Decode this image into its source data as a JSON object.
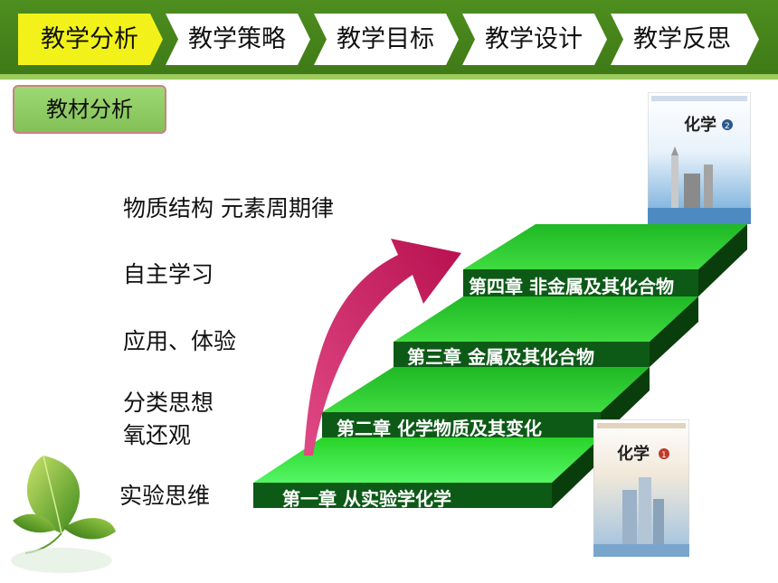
{
  "nav_tabs": [
    {
      "label": "教学分析",
      "active": true
    },
    {
      "label": "教学策略",
      "active": false
    },
    {
      "label": "教学目标",
      "active": false
    },
    {
      "label": "教学设计",
      "active": false
    },
    {
      "label": "教学反思",
      "active": false
    }
  ],
  "section_badge": "教材分析",
  "left_labels": {
    "structure": "物质结构  元素周期律",
    "autonomous": "自主学习",
    "application": "应用、体验",
    "classification_1": "分类思想",
    "classification_2": "氧还观",
    "experiment": "实验思维"
  },
  "steps": [
    {
      "label": "第一章  从实验学化学"
    },
    {
      "label": "第二章  化学物质及其变化"
    },
    {
      "label": "第三章  金属及其化合物"
    },
    {
      "label": "第四章  非金属及其化合物"
    }
  ],
  "books": {
    "book1_title": "化学",
    "book2_title": "化学",
    "book1_badge": "1",
    "book2_badge": "2"
  },
  "colors": {
    "header_green": "#4e8e1f",
    "active_tab": "#f2f21a",
    "step_face": "#22c222",
    "step_front": "#0d5a17",
    "arrow": "#c0185f"
  }
}
